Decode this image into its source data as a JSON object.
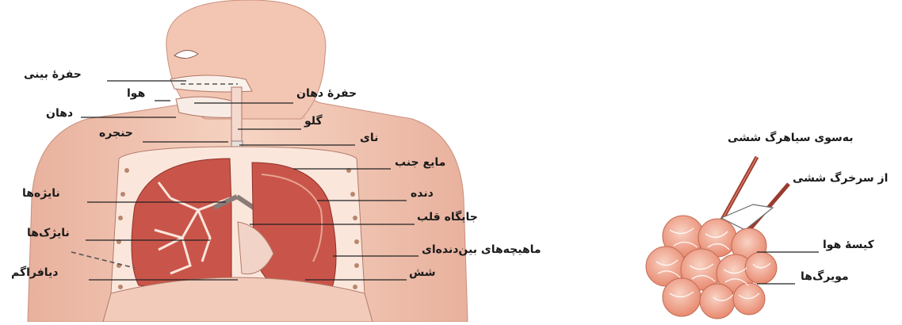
{
  "colors": {
    "skin": "#f2c7b3",
    "skin_dark": "#d9978a",
    "lung": "#c9554a",
    "lung_light": "#e7a393",
    "alveolus": "#f0a58d",
    "vessel": "#9a3b2e",
    "line": "#222222"
  },
  "labels": {
    "nasal_cavity": "حفرهٔ بینی",
    "air": "هوا",
    "mouth": "دهان",
    "larynx": "حنجره",
    "bronchi": "نایژه‌ها",
    "bronchioles": "نایژک‌ها",
    "diaphragm": "دیافراگم",
    "oral_cavity": "حفرهٔ دهان",
    "throat": "گلو",
    "trachea": "نای",
    "pleural_fluid": "مایع جنب",
    "rib": "دنده",
    "heart_place": "جایگاه قلب",
    "intercostal_muscles": "ماهیچه‌های بین‌دنده‌ای",
    "lung": "شش",
    "to_pulmonary_vein": "به‌سوی سیاهرگ ششی",
    "from_pulmonary_artery": "از سرخرگ ششی",
    "air_sac": "کیسهٔ هوا",
    "capillaries": "مویرگ‌ها"
  }
}
